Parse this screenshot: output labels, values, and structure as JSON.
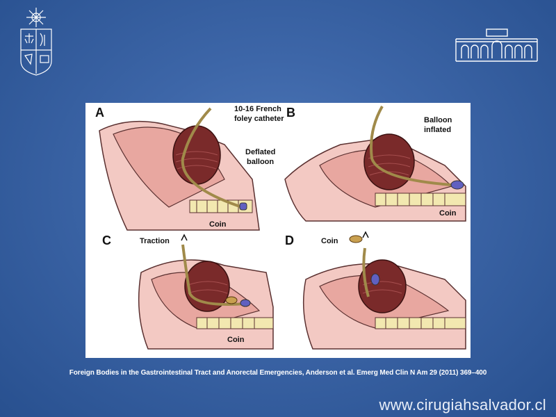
{
  "figure": {
    "panels": [
      {
        "letter": "A",
        "labels": [
          "10-16 French",
          "foley catheter",
          "Deflated",
          "balloon",
          "Coin"
        ]
      },
      {
        "letter": "B",
        "labels": [
          "Balloon",
          "inflated",
          "Coin"
        ]
      },
      {
        "letter": "C",
        "labels": [
          "Traction",
          "Coin"
        ]
      },
      {
        "letter": "D",
        "labels": [
          "Coin"
        ]
      }
    ]
  },
  "caption": "Foreign Bodies in the Gastrointestinal Tract and Anorectal Emergencies, Anderson et al. Emerg Med Clin N Am 29 (2011) 369–400",
  "website": "www.cirugiahsalvador.cl",
  "colors": {
    "background": "#3d66a8",
    "tissue": "#e8a7a0",
    "tongue": "#7a2a2a",
    "bone": "#f2e8b0",
    "catheter": "#a08a4a",
    "balloon": "#6060c0"
  }
}
